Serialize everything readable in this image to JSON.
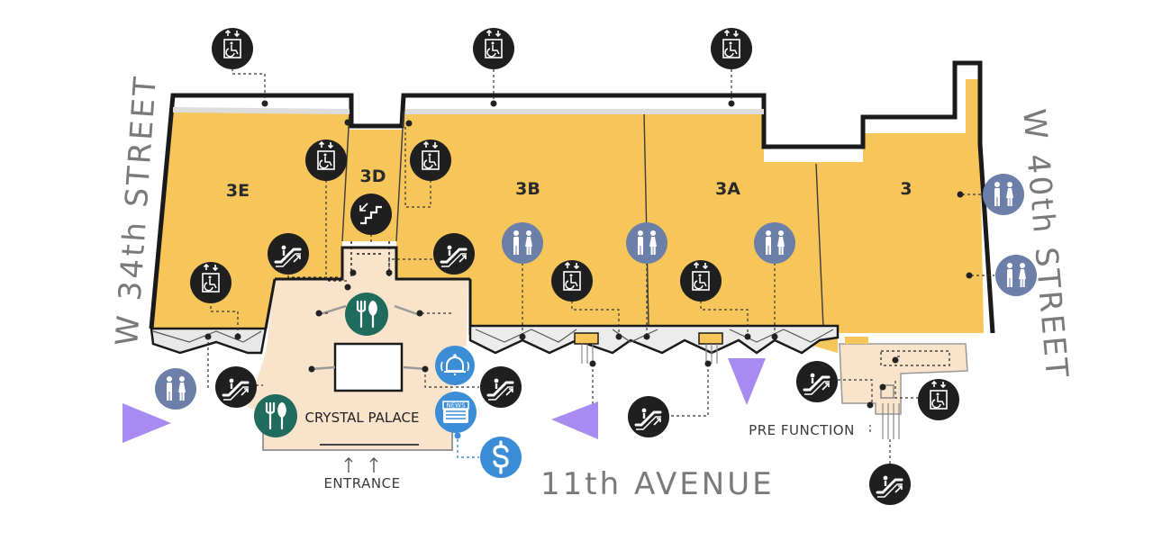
{
  "halls": {
    "h3e": "3E",
    "h3d": "3D",
    "h3b": "3B",
    "h3a": "3A",
    "h3": "3"
  },
  "streets": {
    "west": "W 34th STREET",
    "east": "W 40th STREET",
    "south": "11th AVENUE"
  },
  "labels": {
    "crystal_palace": "CRYSTAL PALACE",
    "entrance": "ENTRANCE",
    "pre_function": "PRE FUNCTION",
    "news": "NEWS"
  },
  "colors": {
    "hall_fill": "#f7c65a",
    "lobby_fill": "#f9e3ca",
    "wall": "#1a1a1a",
    "icon_dark": "#1f1f1f",
    "restroom_blue": "#6b7fa8",
    "dining_green": "#1f6b5c",
    "service_blue": "#3b8ed6",
    "arrow_purple": "#a78bf0",
    "street_text": "#7a7a7a"
  },
  "icons": {
    "elevator": "accessible-elevator-icon",
    "escalator": "escalator-icon",
    "stairs": "stairs-icon",
    "restroom": "restroom-icon",
    "dining": "dining-icon",
    "concierge": "concierge-bell-icon",
    "newsstand": "newsstand-icon",
    "atm": "atm-dollar-icon",
    "direction": "direction-arrow-icon"
  }
}
